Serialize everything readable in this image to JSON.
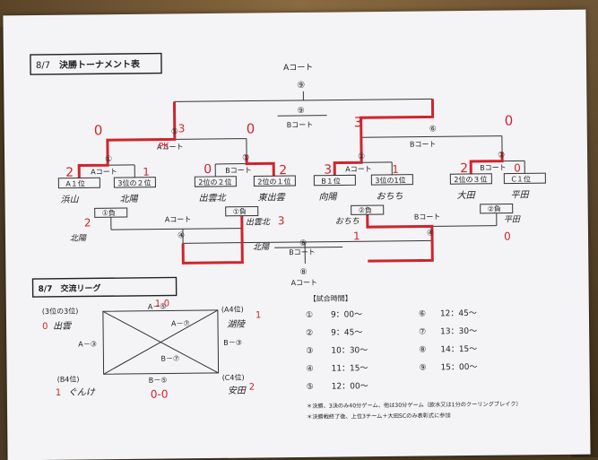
{
  "header": {
    "date": "8/7",
    "title": "決勝トーナメント表"
  },
  "courts": {
    "a_top": "Aコート",
    "b_center": "Bコート",
    "a_left": "Aコート",
    "b_left": "Bコート",
    "a_right": "Aコート",
    "b_right": "Bコート",
    "a_mid_left": "Aコート",
    "b_mid_right": "Bコート",
    "a_lower": "Aコート",
    "a_bottom": "Aコート",
    "b_lower": "Bコート"
  },
  "match_numbers": {
    "m9": "⑨",
    "m9b": "⑨",
    "m5": "⑤",
    "m6": "⑥",
    "m1": "①",
    "m2": "②",
    "m1b": "①",
    "m2b": "②",
    "m4a": "④",
    "m4b": "④",
    "m8": "⑧",
    "m8b": "⑧"
  },
  "bracket": {
    "team_boxes": [
      "A１位",
      "3位の２位",
      "2位の２位",
      "2位の１位",
      "B１位",
      "3位の1位",
      "2位の３位",
      "C１位"
    ],
    "handwritten_teams": [
      "浜山",
      "北陽",
      "出雲北",
      "東出雲",
      "向陽",
      "おちち",
      "大田",
      "平田"
    ],
    "losers": [
      "①負",
      "①負",
      "②負",
      "②負"
    ],
    "lower_teams": [
      "北陽",
      "出雲北",
      "おちち",
      "平田",
      "北陽"
    ]
  },
  "scores": {
    "s1": "2",
    "s2": "1",
    "s3": "0",
    "s4": "2",
    "s5": "3",
    "s6": "1",
    "s7": "2",
    "s8": "0",
    "s9": "0",
    "s10": "0",
    "s11": "3",
    "s12": "0",
    "pk": "3",
    "pk_label": "PK",
    "lower1": "2",
    "lower2": "3",
    "lower3": "1",
    "lower4": "0",
    "league_top": "1-0",
    "league_bottom": "0-0",
    "lg_r1": "1",
    "lg_r2": "2",
    "lg_l": "1",
    "lg_l0": "0"
  },
  "league": {
    "title": "8/7　交流リーグ",
    "tl_label": "(3位の3位)",
    "tr_label": "(A4位)",
    "bl_label": "(B4位)",
    "br_label": "(C4位)",
    "tl_team": "出雲",
    "tr_team": "湖陵",
    "bl_team": "ぐんけ",
    "br_team": "安田",
    "m5": "A－⑤",
    "m7": "A－⑦",
    "m3": "A－③",
    "m3b": "B－③",
    "b7": "B－⑦",
    "b5": "B－⑤"
  },
  "schedule": {
    "title": "【試合時間】",
    "rows": [
      [
        "①",
        "9：00～",
        "⑥",
        "12：45～"
      ],
      [
        "②",
        "9：45～",
        "⑦",
        "13：30～"
      ],
      [
        "③",
        "10：30～",
        "⑧",
        "14：15～"
      ],
      [
        "④",
        "11：15～",
        "⑨",
        "15：00～"
      ],
      [
        "⑤",
        "12：00～",
        "",
        ""
      ]
    ]
  },
  "notes": [
    "＊決勝、3決のみ40分ゲーム、他は30分ゲーム（飲水又は1分のクーリングブレイク）",
    "＊決勝戦終了後、上位3チーム＋大田SCのみ表彰式に参加"
  ],
  "colors": {
    "red_ink": "#d0242c",
    "paper": "#f4f4f6",
    "line": "#333333"
  }
}
